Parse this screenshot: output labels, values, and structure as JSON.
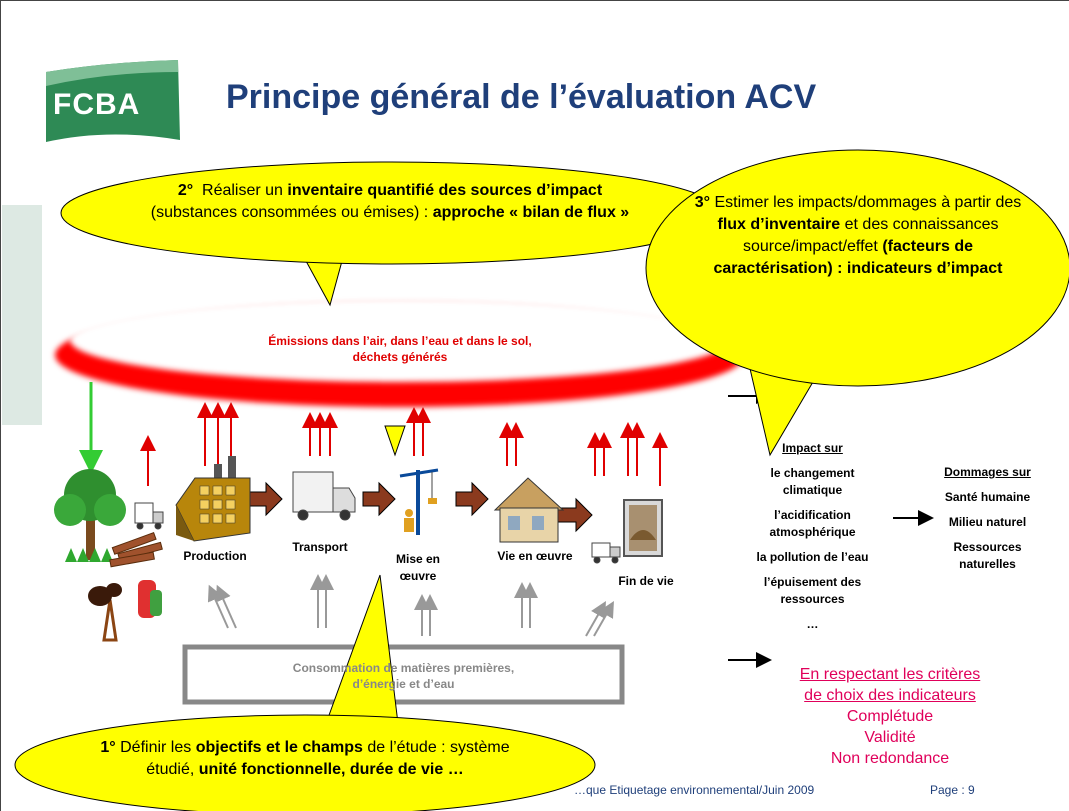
{
  "title": "Principe général de l’évaluation ACV",
  "logo": {
    "text": "FCBA"
  },
  "bubble2": {
    "num": "2°",
    "t1": "Réaliser un ",
    "b1": "inventaire quantifié des sources d’impact",
    "t2": " (substances consommées ou émises) : ",
    "b2": "approche « bilan de flux »"
  },
  "bubble3": {
    "num": "3°",
    "t1": " Estimer les impacts/dommages à partir des ",
    "b1": "flux d’inventaire",
    "t2": " et des connaissances source/impact/effet ",
    "b2": "(facteurs de caractérisation) : indicateurs d’impact"
  },
  "bubble1": {
    "num": "1°",
    "t1": " Définir les ",
    "b1": "objectifs et le champs",
    "t2": " de l’étude : système étudié, ",
    "b2": "unité fonctionnelle, durée de vie …"
  },
  "cloud": {
    "line1": "Émissions dans l’air, dans l’eau et dans le sol,",
    "line2": "déchets générés"
  },
  "consumption": {
    "line1": "Consommation de matières premières,",
    "line2": "d’énergie et d’eau"
  },
  "stages": {
    "production": "Production",
    "transport": "Transport",
    "mise_en_oeuvre": "Mise en œuvre",
    "vie_en_oeuvre": "Vie en œuvre",
    "fin_de_vie": "Fin de vie"
  },
  "impacts": {
    "header": "Impact sur",
    "items": [
      "le changement climatique",
      "l’acidification atmosphérique",
      "la pollution de l’eau",
      "l’épuisement des ressources",
      "…"
    ]
  },
  "damages": {
    "header": "Dommages sur",
    "items": [
      "Santé humaine",
      "Milieu naturel",
      "Ressources naturelles"
    ]
  },
  "criteria": {
    "link": "En respectant les critères de choix des indicateurs",
    "items": [
      "Complétude",
      "Validité",
      "Non redondance"
    ]
  },
  "footer": {
    "left": "…que Etiquetage environnemental/Juin 2009",
    "page": "Page : 9"
  },
  "colors": {
    "title": "#1f3f7a",
    "bubble": "#ffff00",
    "emission_arrow": "#e00000",
    "process_arrow": "#8b3a1e",
    "criteria": "#e0005a"
  }
}
